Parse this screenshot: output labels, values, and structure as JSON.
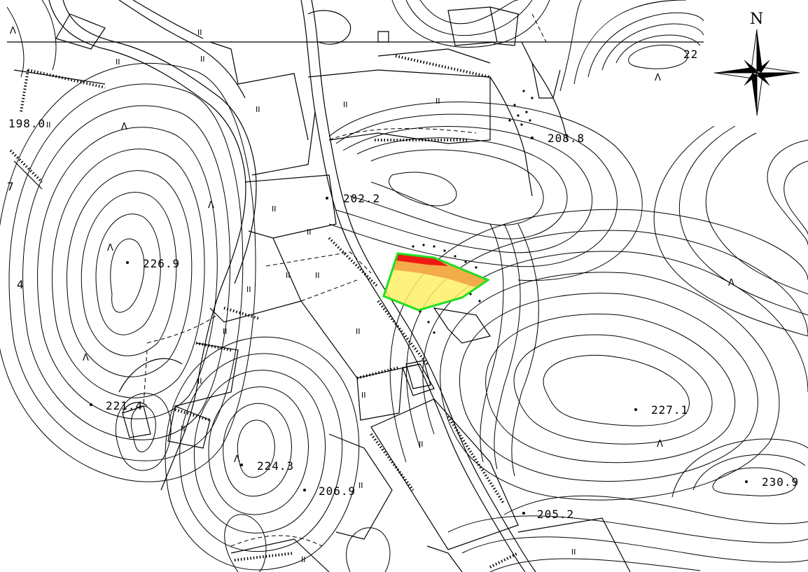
{
  "compass": {
    "north_label": "N"
  },
  "elevations": [
    {
      "id": "e-198",
      "label": "198.0"
    },
    {
      "id": "e-208",
      "label": "208.8"
    },
    {
      "id": "e-202",
      "label": "202.2"
    },
    {
      "id": "e-226",
      "label": "226.9"
    },
    {
      "id": "e-221",
      "label": "221.4"
    },
    {
      "id": "e-224",
      "label": "224.3"
    },
    {
      "id": "e-206",
      "label": "206.9"
    },
    {
      "id": "e-205",
      "label": "205.2"
    },
    {
      "id": "e-227",
      "label": "227.1"
    },
    {
      "id": "e-230",
      "label": "230.9"
    },
    {
      "id": "e-22",
      "label": "22"
    },
    {
      "id": "e-7",
      "label": "7"
    },
    {
      "id": "e-4",
      "label": "4"
    }
  ],
  "parcel_mark": "II",
  "colors": {
    "study_area_outline": "#22dd22",
    "high_risk": "#ee1111",
    "medium_risk": "#f0a040",
    "low_risk": "#ffee66"
  }
}
